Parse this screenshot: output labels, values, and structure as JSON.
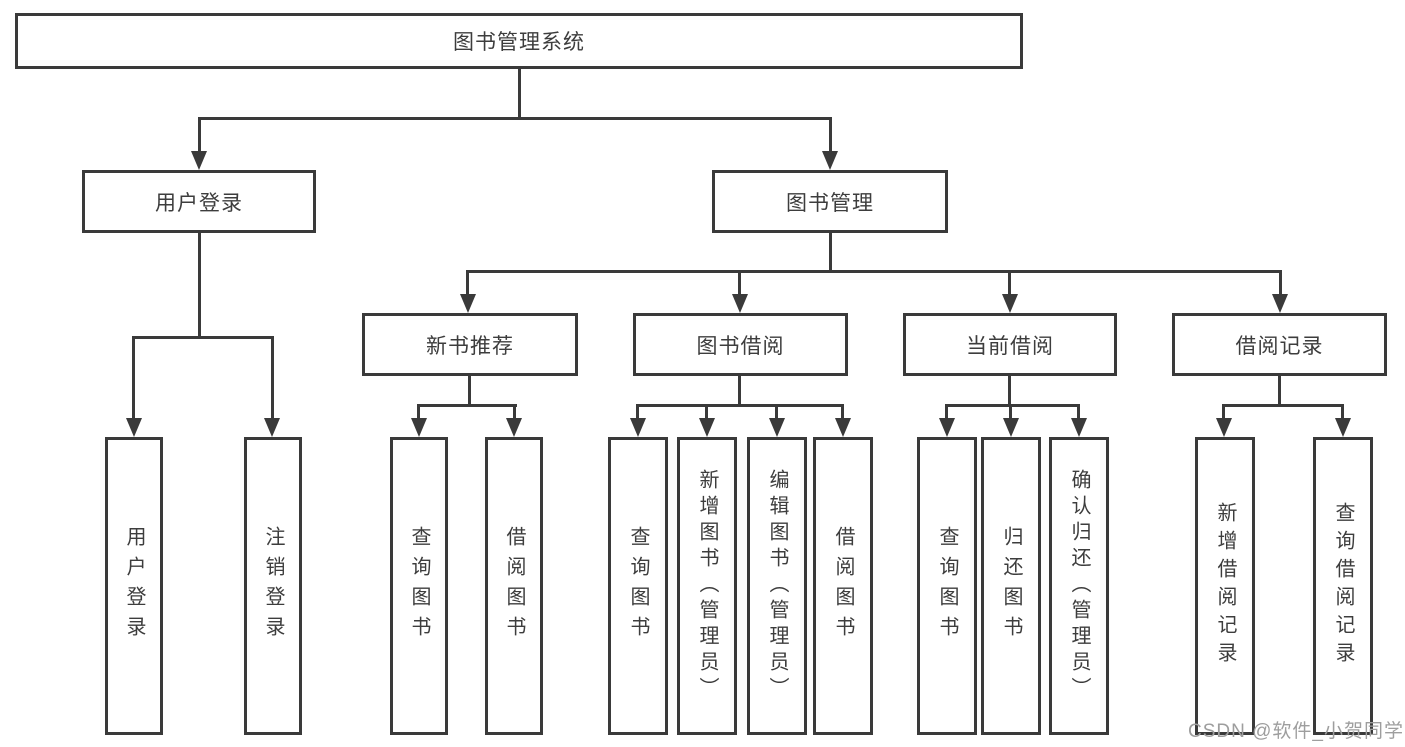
{
  "nodes": {
    "root": "图书管理系统",
    "user_login": "用户登录",
    "book_management": "图书管理",
    "login": "用户登录",
    "logout": "注销登录",
    "new_book_recommend": "新书推荐",
    "book_borrow": "图书借阅",
    "current_borrow": "当前借阅",
    "borrow_records": "借阅记录",
    "nbr_query_book": "查询图书",
    "nbr_borrow_book": "借阅图书",
    "bb_query_book": "查询图书",
    "bb_add_book": "新增图书（管理员）",
    "bb_edit_book": "编辑图书（管理员）",
    "bb_borrow_book": "借阅图书",
    "cb_query_book": "查询图书",
    "cb_return_book": "归还图书",
    "cb_confirm_return": "确认归还（管理员）",
    "br_add_record": "新增借阅记录",
    "br_query_record": "查询借阅记录"
  },
  "watermark": "CSDN @软件_小贺同学",
  "colors": {
    "line": "#3a3a3a",
    "box_border": "#3a3a3a",
    "text": "#3d3d3d",
    "watermark": "#9e9e9e",
    "background": "#ffffff"
  }
}
